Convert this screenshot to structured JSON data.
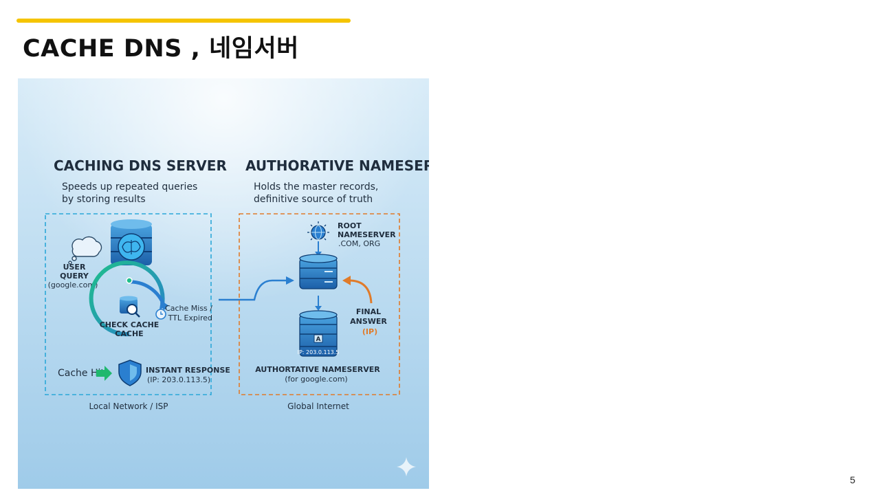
{
  "slide": {
    "title": "CACHE DNS , 네임서버",
    "page_number": "5",
    "accent_color": "#F5C400"
  },
  "diagram": {
    "left_panel": {
      "heading": "CACHING DNS SERVER",
      "desc_line1": "Speeds up repeated queries",
      "desc_line2": "by storing results",
      "user_query_line1": "USER",
      "user_query_line2": "QUERY",
      "user_query_line3": "(google.com)",
      "check_cache_line1": "CHECK CACHE",
      "check_cache_line2": "CACHE",
      "cache_miss_line1": "Cache Miss /",
      "cache_miss_line2": "TTL Expired",
      "cache_hit": "Cache Hit!",
      "instant_line1": "INSTANT RESPONSE",
      "instant_line2": "(IP: 203.0.113.5)",
      "footer": "Local Network / ISP",
      "border_color": "#2aa7d8"
    },
    "right_panel": {
      "heading": "AUTHORATIVE NAMESERVER",
      "desc_line1": "Holds the master records,",
      "desc_line2": "definitive source of truth",
      "root_line1": "ROOT",
      "root_line2": "NAMESERVER",
      "root_line3": ".COM, ORG",
      "final_line1": "FINAL",
      "final_line2": "ANSWER",
      "final_line3": "(IP)",
      "server_badge": "A",
      "server_ip": "IP: 203.0.113.5",
      "auth_line1": "AUTHORTATIVE NAMESERVER",
      "auth_line2": "(for google.com)",
      "footer": "Global Internet",
      "border_color": "#e07b2a"
    }
  }
}
